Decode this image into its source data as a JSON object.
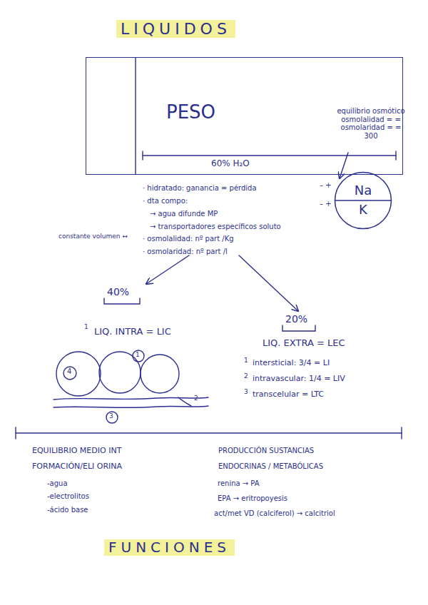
{
  "diagram": {
    "title": "LIQUIDOS",
    "nodes": [
      {
        "text": [
          "PESO",
          "60% H₂O"
        ]
      },
      {
        "text": [
          "Na",
          "K"
        ]
      }
    ],
    "labels": [
      "equilibrio osmótico osmolalidad = = osmolaridad = = 300",
      "– +",
      "– +",
      "· hidratado: ganancia = pérdida",
      "· dta compo:",
      "→ agua difunde MP",
      "→ transportadores específicos soluto",
      "constante volumen ↔",
      "· osmolalidad: nº part /Kg",
      "· osmolaridad: nº part /l",
      "40%",
      "1",
      "LIQ. INTRA = LIC",
      "4",
      "1",
      "3",
      "2",
      "20%",
      "LIQ. EXTRA = LEC",
      "1",
      "intersticial: 3/4 = LI",
      "2",
      "intravascular: 1/4 = LIV",
      "3",
      "transcelular = LTC",
      "EQUILIBRIO MEDIO INT",
      "FORMACIÓN/ELI ORINA",
      "-agua",
      "-electrolitos",
      "-ácido base",
      "PRODUCCIÓN SUSTANCIAS",
      "ENDOCRINAS / METABÓLICAS",
      "renina → PA",
      "EPA → eritropoyesis",
      "act/met VD (calciferol) → calcitriol",
      "FUNCIONES"
    ]
  }
}
